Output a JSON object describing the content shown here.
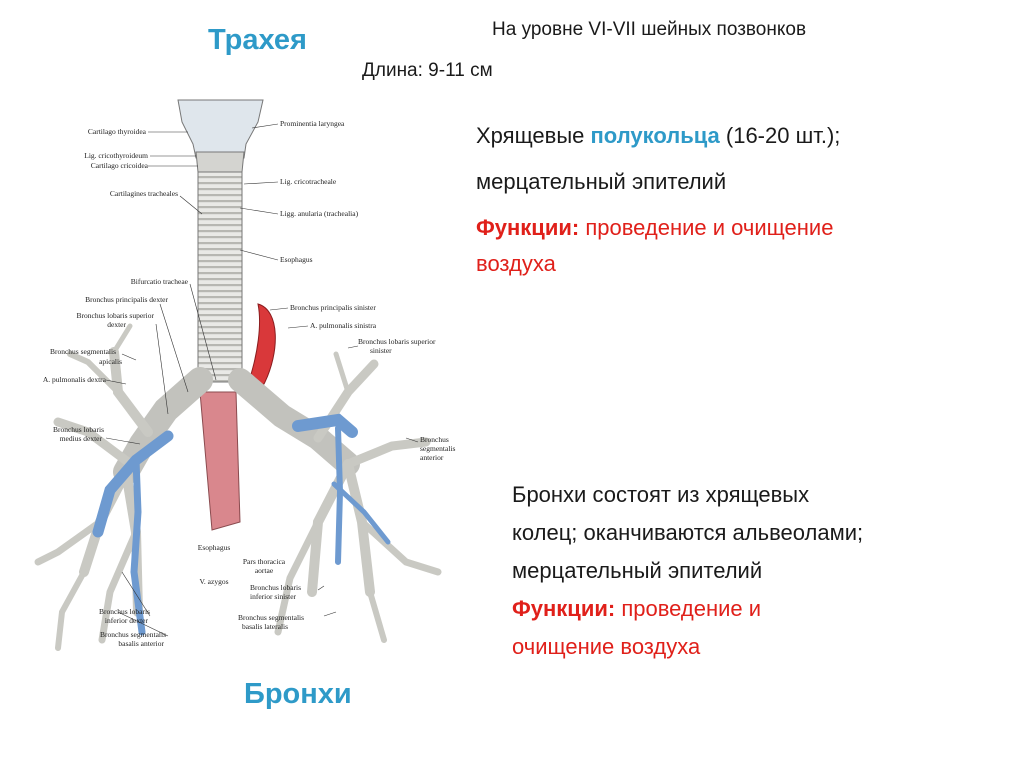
{
  "slide": {
    "title_trachea": "Трахея",
    "title_bronchi": "Бронхи",
    "level_text": "На уровне VI-VII шейных позвонков",
    "length_text": "Длина: 9-11 см",
    "trachea_points": {
      "line1_pre": "Хрящевые ",
      "line1_highlight": "полукольца",
      "line1_post": " (16-20 шт.);",
      "line2": "мерцательный эпителий",
      "func_label": "Функции:",
      "func_text": " проведение и очищение",
      "func_text2": "воздуха"
    },
    "bronchi_points": {
      "line1": "Бронхи состоят из хрящевых",
      "line2": "колец; оканчиваются альвеолами;",
      "line3": "мерцательный эпителий",
      "func_label": "Функции:",
      "func_text": " проведение и",
      "func_text2": "очищение воздуха"
    }
  },
  "figure": {
    "labels_left": [
      "Cartilago thyroidea",
      "Lig. cricothyroideum",
      "Cartilago cricoidea",
      "Cartilagines tracheales",
      "Bifurcatio tracheae",
      "Bronchus principalis dexter",
      "Bronchus lobaris superior",
      "dexter",
      "Bronchus segmentalis",
      "apicalis",
      "A. pulmonalis dextra",
      "Bronchus lobaris",
      "medius dexter",
      "Bronchus lobaris",
      "inferior dexter",
      "Bronchus segmentalis",
      "basalis anterior"
    ],
    "labels_right": [
      "Prominentia laryngea",
      "Lig. cricotracheale",
      "Ligg. anularia (trachealia)",
      "Esophagus",
      "Bronchus principalis sinister",
      "A. pulmonalis sinistra",
      "Bronchus lobaris superior",
      "sinister",
      "Bronchus",
      "segmentalis",
      "anterior",
      "Bronchus lobaris",
      "inferior sinister",
      "Bronchus segmentalis",
      "basalis lateralis"
    ],
    "labels_center": [
      "Esophagus",
      "Pars thoracica",
      "aortae",
      "V. azygos"
    ]
  }
}
